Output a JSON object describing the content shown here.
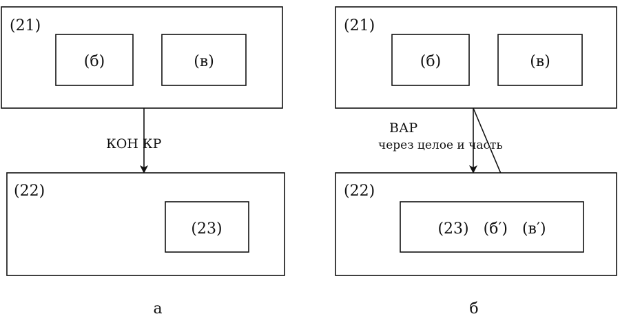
{
  "panel_a": {
    "outer_top_label": "(21)",
    "inner_left_label": "(б)",
    "inner_right_label": "(в)",
    "arrow_label": "КОН КР",
    "outer_bottom_label": "(22)",
    "inner_bottom_label": "(23)",
    "caption": "а"
  },
  "panel_b": {
    "outer_top_label": "(21)",
    "inner_left_label": "(б)",
    "inner_right_label": "(в)",
    "arrow_label_line1": "ВАР",
    "arrow_label_line2": "через целое и часть",
    "outer_bottom_label": "(22)",
    "inner_bottom_label": "(23)   (б′)   (в′)",
    "caption": "б"
  }
}
